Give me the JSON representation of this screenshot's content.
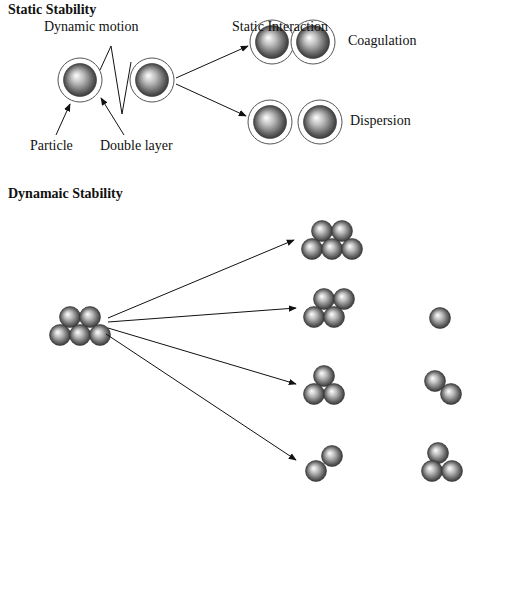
{
  "diagram": {
    "labels": [
      "Static Stability",
      "Dynamic motion",
      "Static Interaction",
      "Coagulation",
      "Dispersion",
      "Particle",
      "Double layer",
      "Dynamaic Stability"
    ]
  }
}
